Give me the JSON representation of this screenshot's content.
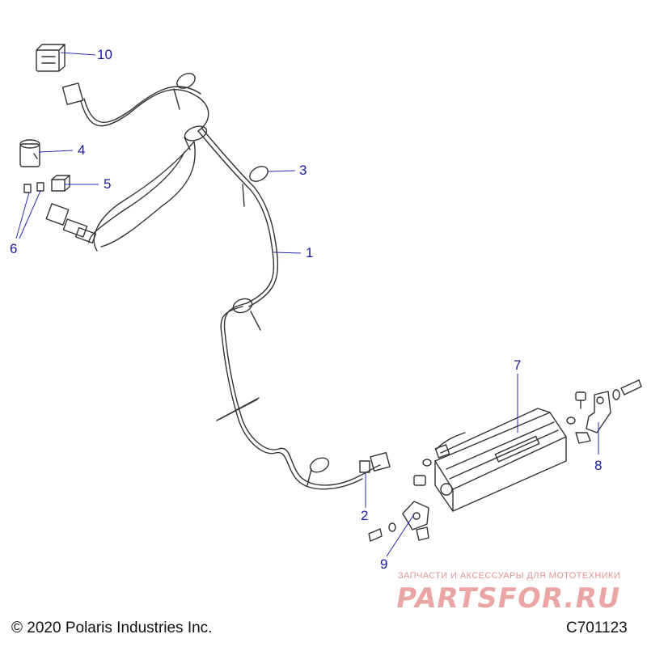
{
  "diagram": {
    "callouts": [
      {
        "id": "1",
        "label": "1"
      },
      {
        "id": "2",
        "label": "2"
      },
      {
        "id": "3",
        "label": "3"
      },
      {
        "id": "4",
        "label": "4"
      },
      {
        "id": "5",
        "label": "5"
      },
      {
        "id": "6",
        "label": "6"
      },
      {
        "id": "7",
        "label": "7"
      },
      {
        "id": "8",
        "label": "8"
      },
      {
        "id": "9",
        "label": "9"
      },
      {
        "id": "10",
        "label": "10"
      }
    ],
    "copyright": "© 2020 Polaris Industries Inc.",
    "figure_code": "C701123",
    "watermark": {
      "tagline": "ЗАПЧАСТИ И АКСЕССУАРЫ ДЛЯ МОТОТЕХНИКИ",
      "logo": "PARTSFOR.RU"
    },
    "colors": {
      "callout_text": "#1a1a9e",
      "leader_line": "#2a2ab0",
      "line_art": "#333333",
      "watermark": "#d23a3a"
    }
  }
}
